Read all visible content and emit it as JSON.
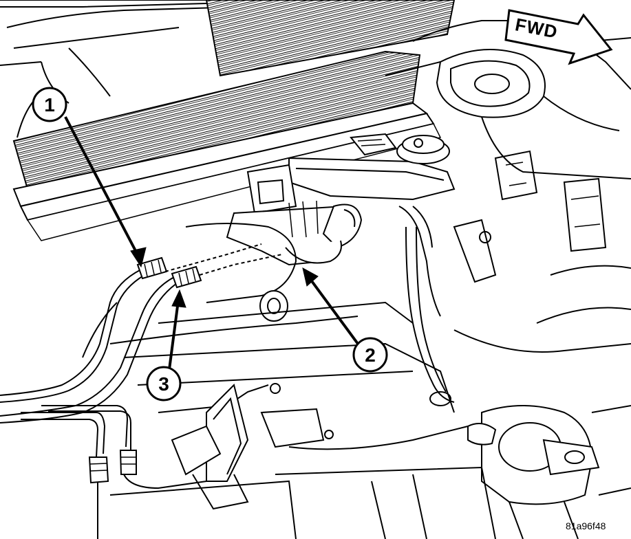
{
  "figure": {
    "direction_label": "FWD",
    "reference_code": "81a96f48",
    "callouts": [
      {
        "number": "1"
      },
      {
        "number": "2"
      },
      {
        "number": "3"
      }
    ],
    "colors": {
      "line": "#000000",
      "background": "#ffffff",
      "grille_fill": "#bdbdbd"
    }
  }
}
